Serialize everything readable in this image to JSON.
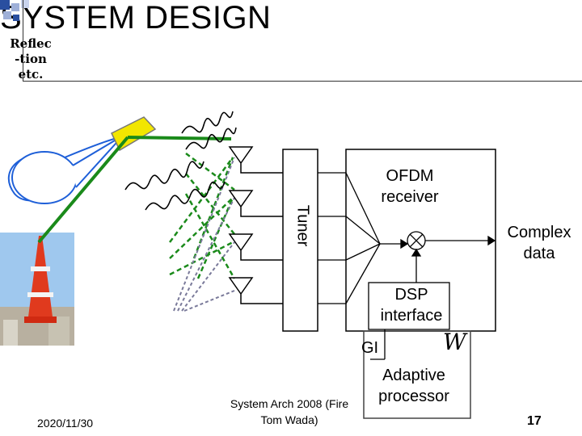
{
  "title": "SYSTEM DESIGN",
  "callout": {
    "line1": "Reflec",
    "line2": "-tion",
    "line3": "etc."
  },
  "blocks": {
    "tuner": "Tuner",
    "ofdm_line1": "OFDM",
    "ofdm_line2": "receiver",
    "complex_line1": "Complex",
    "complex_line2": "data",
    "dsp_line1": "DSP",
    "dsp_line2": "interface",
    "gi": "GI",
    "weight": "W",
    "adaptive_line1": "Adaptive",
    "adaptive_line2": "processor"
  },
  "footer": {
    "center_line1": "System Arch 2008 (Fire",
    "center_line2": "Tom Wada)",
    "date": "2020/11/30",
    "page": "17"
  },
  "colors": {
    "signal_green": "#1a8a1a",
    "reflector_yellow": "#f2e600",
    "callout_blue": "#1e5fd8",
    "dashed_gray": "#7a7a9a",
    "title_bar_blue": "#2a4fa0"
  }
}
